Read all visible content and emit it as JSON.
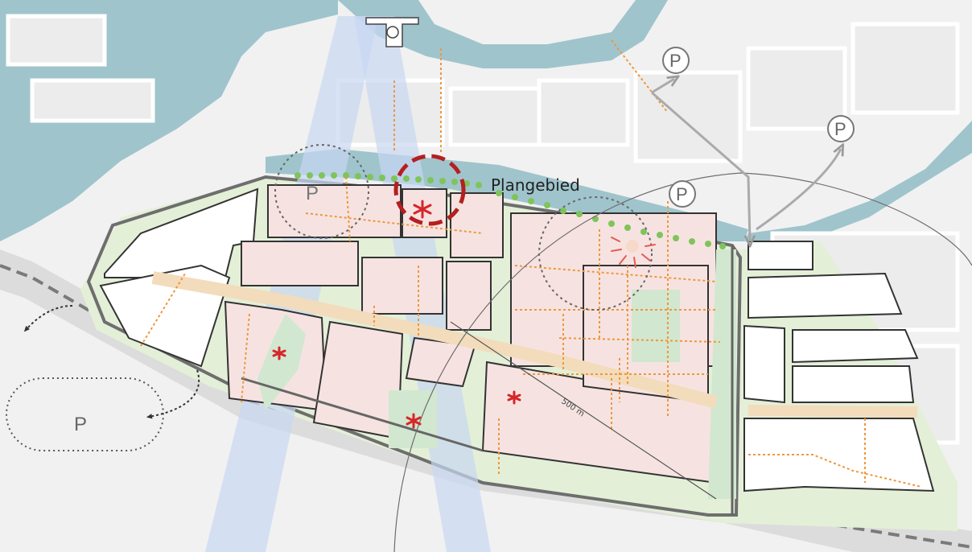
{
  "map": {
    "area_label": "Plangebied",
    "distance_label": "500 m",
    "parking_symbol": "P",
    "icons": [
      "parking-icon",
      "asterisk-icon",
      "sun-icon",
      "church-icon",
      "arrow-icon"
    ],
    "colors": {
      "water": "#9fc4cc",
      "plan_blocks": "#f6e3e1",
      "green": "#d2e7cf",
      "sightline": "#c7d7f2",
      "path": "#f0963c",
      "highlight_circle": "#b51f1f",
      "trees": "#7fc45a",
      "main_street": "#f2dcbc"
    }
  }
}
